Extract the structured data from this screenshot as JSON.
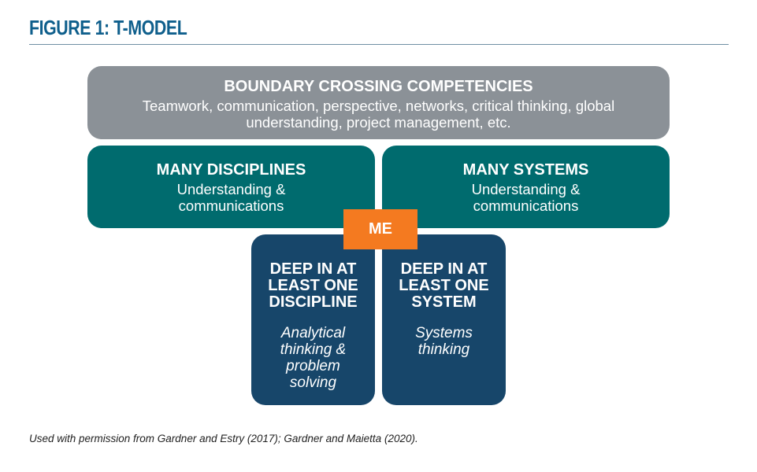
{
  "figure": {
    "title": "FIGURE 1: T-MODEL"
  },
  "diagram": {
    "top": {
      "heading": "BOUNDARY CROSSING COMPETENCIES",
      "body": "Teamwork, communication, perspective, networks, critical thinking, global understanding, project management, etc."
    },
    "left": {
      "heading": "MANY DISCIPLINES",
      "body": "Understanding & communications"
    },
    "right": {
      "heading": "MANY SYSTEMS",
      "body": "Understanding & communications"
    },
    "center": {
      "label": "ME"
    },
    "deep_left": {
      "heading": "DEEP IN AT LEAST ONE DISCIPLINE",
      "body": "Analytical thinking & problem solving"
    },
    "deep_right": {
      "heading": "DEEP IN AT LEAST ONE SYSTEM",
      "body": "Systems thinking"
    }
  },
  "source": "Used with permission from Gardner and Estry (2017); Gardner and Maietta (2020).",
  "colors": {
    "title": "#0f5f8c",
    "top_box": "#8b9197",
    "middle_boxes": "#006b6e",
    "deep_boxes": "#17466a",
    "me_box": "#f47a20"
  }
}
